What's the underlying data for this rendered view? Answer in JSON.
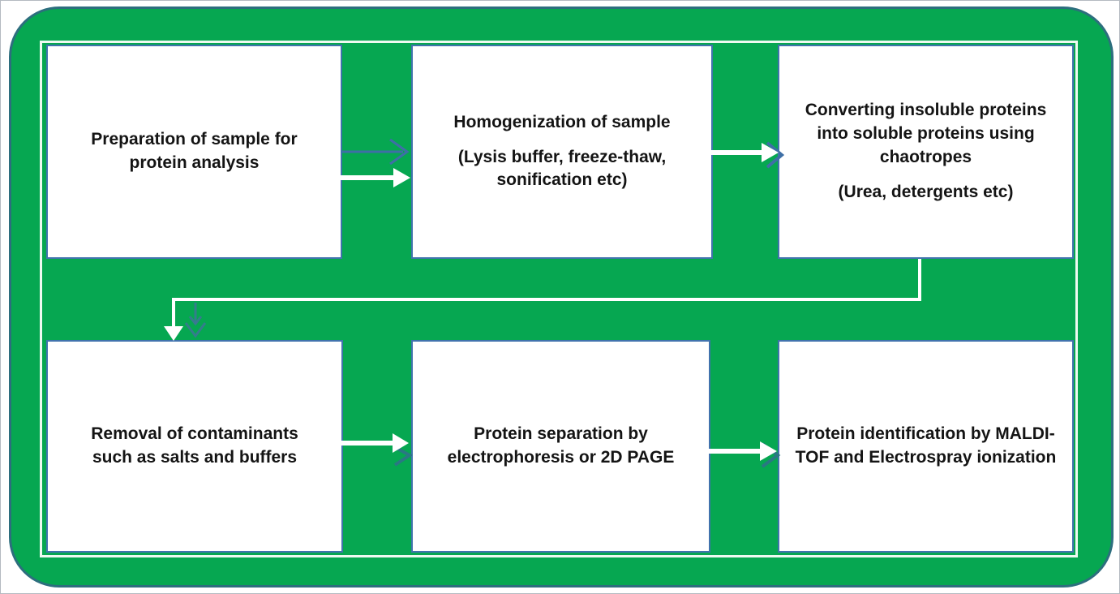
{
  "flowchart": {
    "steps": [
      {
        "id": "preparation",
        "text": "Preparation of sample for protein analysis",
        "sub": ""
      },
      {
        "id": "homogenization",
        "text": "Homogenization of sample",
        "sub": "(Lysis buffer, freeze-thaw, sonification etc)"
      },
      {
        "id": "solubilization",
        "text": "Converting insoluble proteins into soluble proteins using chaotropes",
        "sub": "(Urea, detergents etc)"
      },
      {
        "id": "contaminant-removal",
        "text": "Removal of contaminants such as salts and buffers",
        "sub": ""
      },
      {
        "id": "separation",
        "text": "Protein separation by electrophoresis or 2D PAGE",
        "sub": ""
      },
      {
        "id": "identification",
        "text": "Protein identification by MALDI-TOF and Electrospray ionization",
        "sub": ""
      }
    ],
    "colors": {
      "panel_green": "#06a751",
      "panel_outline": "#2d6e7e",
      "inner_frame": "#eefaf1",
      "box_border": "#4173ad",
      "box_fill": "#ffffff",
      "arrow_white": "#ffffff",
      "arrow_blue": "#3e6fa6",
      "arrow_teal": "#2a7883",
      "text": "#141414"
    }
  }
}
